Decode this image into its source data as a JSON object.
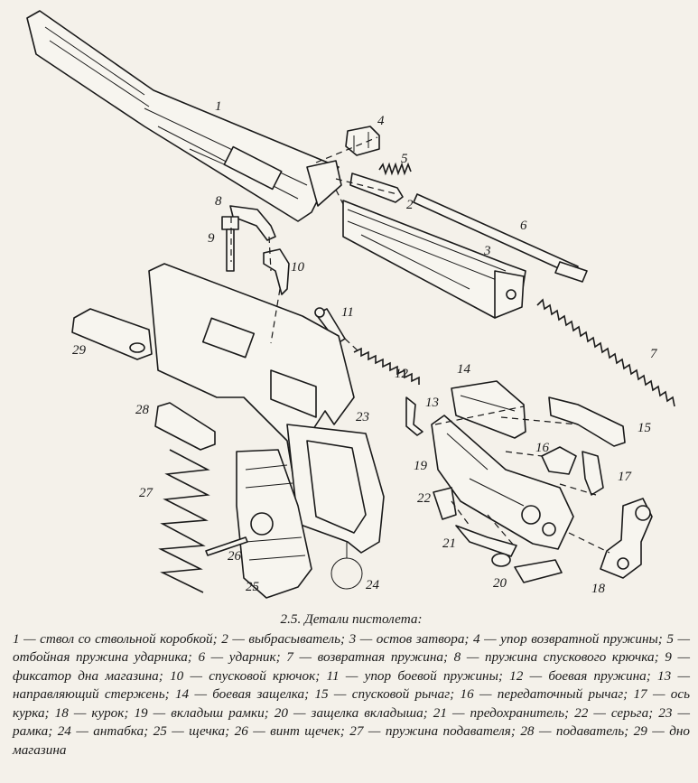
{
  "labels": [
    "1",
    "2",
    "3",
    "4",
    "5",
    "6",
    "7",
    "8",
    "9",
    "10",
    "11",
    "12",
    "13",
    "14",
    "15",
    "16",
    "17",
    "18",
    "19",
    "20",
    "21",
    "22",
    "23",
    "24",
    "25",
    "26",
    "27",
    "28",
    "29"
  ],
  "caption": {
    "title": "2.5. Детали пистолета:",
    "text": "1 — ствол со ствольной коробкой; 2 — выбрасыватель; 3 — остов затвора; 4 — упор возвратной пружины; 5 — отбойная пружина ударника; 6 — ударник; 7 — возвратная пружина; 8 — пружина спускового крючка; 9 — фиксатор дна магазина; 10 — спусковой крючок; 11 — упор боевой пружины; 12 — боевая пружина; 13 — направляющий стержень; 14 — боевая защелка; 15 — спусковой рычаг; 16 — передаточный рычаг; 17 — ось курка; 18 — курок; 19 — вкладыш рамки; 20 — защелка вкладыша; 21 — предохранитель; 22 — серьга; 23 — рамка; 24 — антабка; 25 — щечка; 26 — винт щечек; 27 — пружина подавателя; 28 — подаватель; 29 — дно магазина"
  }
}
